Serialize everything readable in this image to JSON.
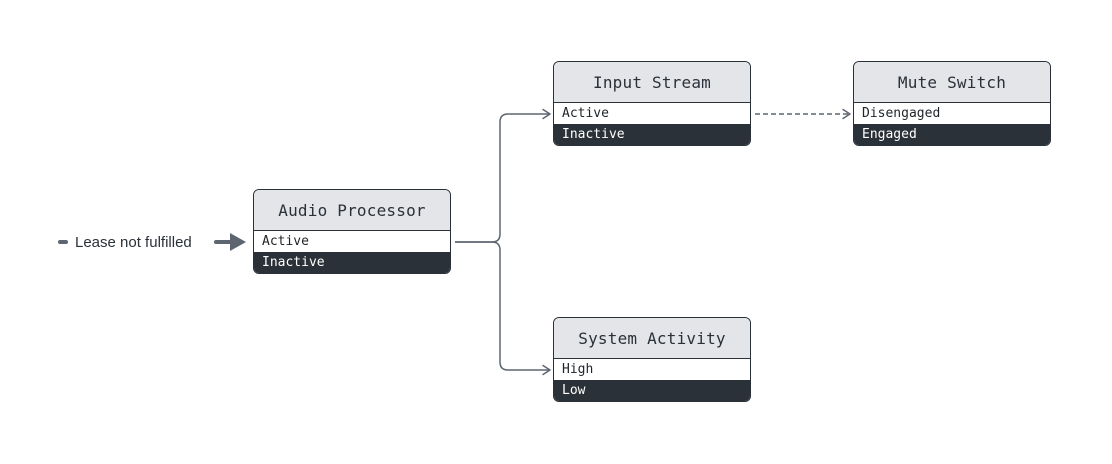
{
  "entry": {
    "label": "Lease not fulfilled"
  },
  "nodes": [
    {
      "title": "Audio Processor",
      "states": [
        "Active",
        "Inactive"
      ]
    },
    {
      "title": "Input Stream",
      "states": [
        "Active",
        "Inactive"
      ]
    },
    {
      "title": "Mute Switch",
      "states": [
        "Disengaged",
        "Engaged"
      ]
    },
    {
      "title": "System Activity",
      "states": [
        "High",
        "Low"
      ]
    }
  ],
  "colors": {
    "header_fill": "#e3e5e8",
    "dark_state": "#2b3138",
    "connector": "#5d6670"
  }
}
